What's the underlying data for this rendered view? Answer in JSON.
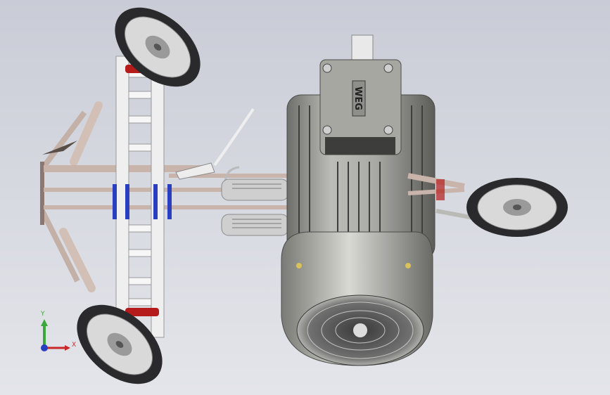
{
  "motor": {
    "badge_text": "WEG"
  },
  "triad": {
    "y_label": "Y",
    "x_label": "X"
  },
  "colors": {
    "background_top": "#c9ccd6",
    "background_bottom": "#e4e5ea",
    "tire": "#2a2a2c",
    "rim": "#cfcfcf",
    "frame_tube": "#c9b6ab",
    "clamp_red": "#b51b1b",
    "clamp_blue": "#2a3fc0",
    "motor_body": "#9c9c98",
    "motor_dark": "#5b5b58",
    "triad_x": "#c8282a",
    "triad_y": "#3aa83a",
    "triad_z": "#2a3fc0"
  }
}
